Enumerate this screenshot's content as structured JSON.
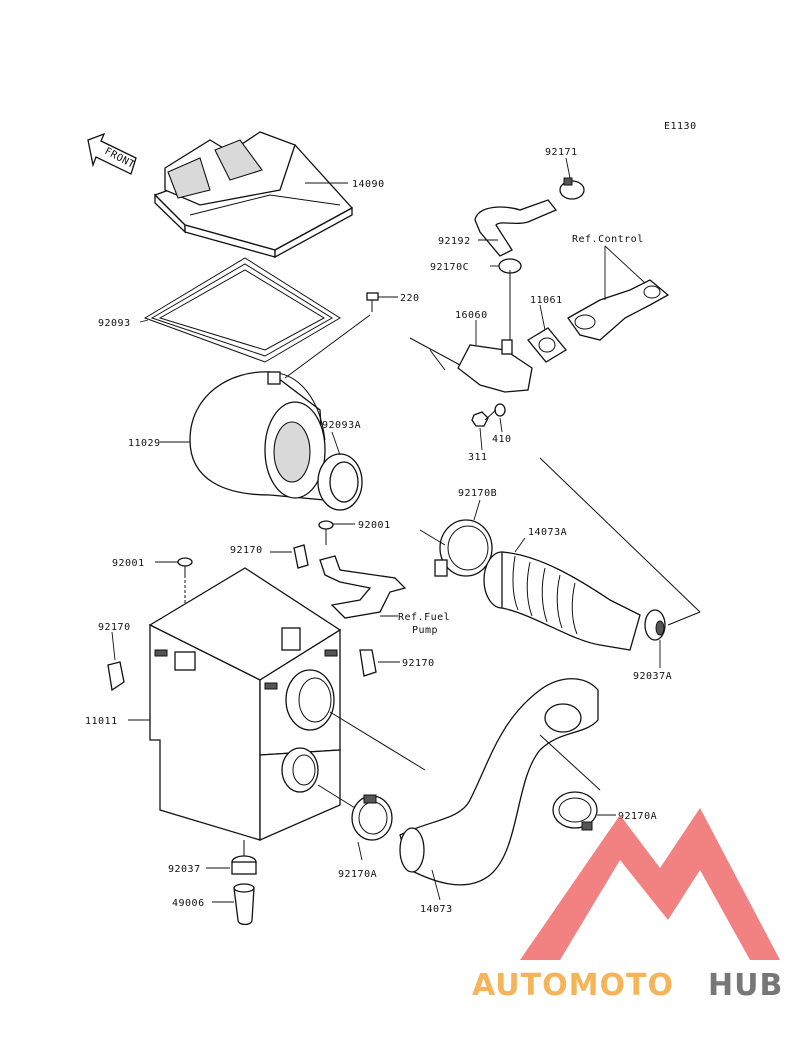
{
  "diagram": {
    "code": "E1130",
    "front_arrow": "FRONT",
    "labels": {
      "p92171": "92171",
      "p14090": "14090",
      "p92192": "92192",
      "p92170C": "92170C",
      "ref_control": "Ref.Control",
      "p220": "220",
      "p92093": "92093",
      "p16060": "16060",
      "p11061": "11061",
      "p11029": "11029",
      "p92093A": "92093A",
      "p311": "311",
      "p410": "410",
      "p92170B": "92170B",
      "p92001_right": "92001",
      "p14073A": "14073A",
      "p92001_left": "92001",
      "p92170_top": "92170",
      "ref_fuel_1": "Ref.Fuel",
      "ref_fuel_2": "Pump",
      "p92170_left": "92170",
      "p92170_right": "92170",
      "p92037A": "92037A",
      "p11011": "11011",
      "p92170A_right": "92170A",
      "p92037": "92037",
      "p92170A_left": "92170A",
      "p49006": "49006",
      "p14073": "14073"
    }
  },
  "watermark": {
    "word_left": "AUTOMOTO",
    "word_right": "HUB",
    "color_left": "#f5b45a",
    "color_right": "#777777",
    "logo_color": "#ee5a5a"
  }
}
